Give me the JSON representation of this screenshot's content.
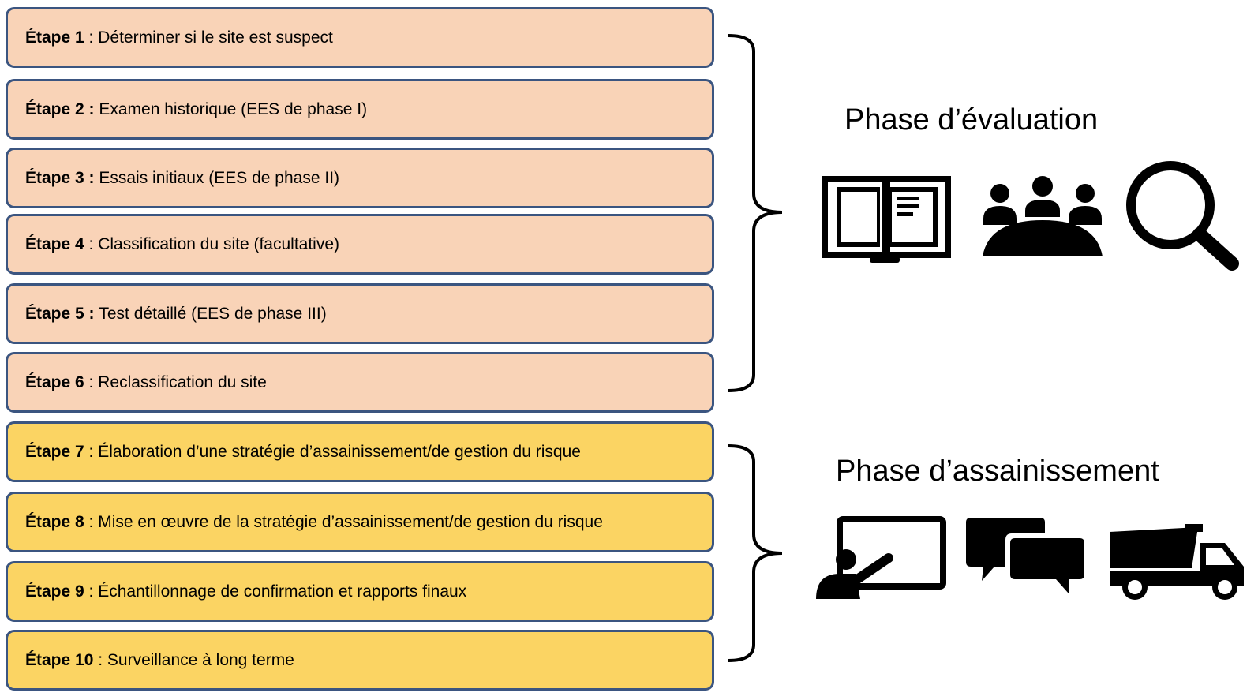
{
  "evaluation_steps": [
    {
      "label": "Étape 1",
      "sep": " : ",
      "text": "Déterminer si le site est suspect"
    },
    {
      "label": "Étape 2 :",
      "sep": " ",
      "text": "Examen historique (EES de phase I)"
    },
    {
      "label": "Étape 3 :",
      "sep": " ",
      "text": "Essais initiaux (EES de phase II)"
    },
    {
      "label": "Étape 4",
      "sep": " : ",
      "text": "Classification du site (facultative)"
    },
    {
      "label": "Étape 5 :",
      "sep": " ",
      "text": "Test détaillé (EES de phase III)"
    },
    {
      "label": "Étape 6",
      "sep": " : ",
      "text": "Reclassification du site"
    }
  ],
  "remediation_steps": [
    {
      "label": "Étape 7",
      "sep": " : ",
      "text": "Élaboration d’une stratégie d’assainissement/de gestion du risque"
    },
    {
      "label": "Étape 8",
      "sep": " : ",
      "text": "Mise en œuvre de la stratégie d’assainissement/de gestion du risque"
    },
    {
      "label": "Étape 9",
      "sep": " : ",
      "text": "Échantillonnage de confirmation et rapports finaux"
    },
    {
      "label": "Étape 10",
      "sep": " : ",
      "text": "Surveillance à long terme"
    }
  ],
  "phases": {
    "evaluation": {
      "title": "Phase d’évaluation",
      "icons": [
        "book-icon",
        "meeting-icon",
        "magnifier-icon"
      ]
    },
    "remediation": {
      "title": "Phase d’assainissement",
      "icons": [
        "presentation-icon",
        "chat-icon",
        "truck-icon"
      ]
    }
  },
  "colors": {
    "evaluation_fill": "#f9d3b7",
    "remediation_fill": "#fbd463",
    "box_border": "#3b5580"
  }
}
